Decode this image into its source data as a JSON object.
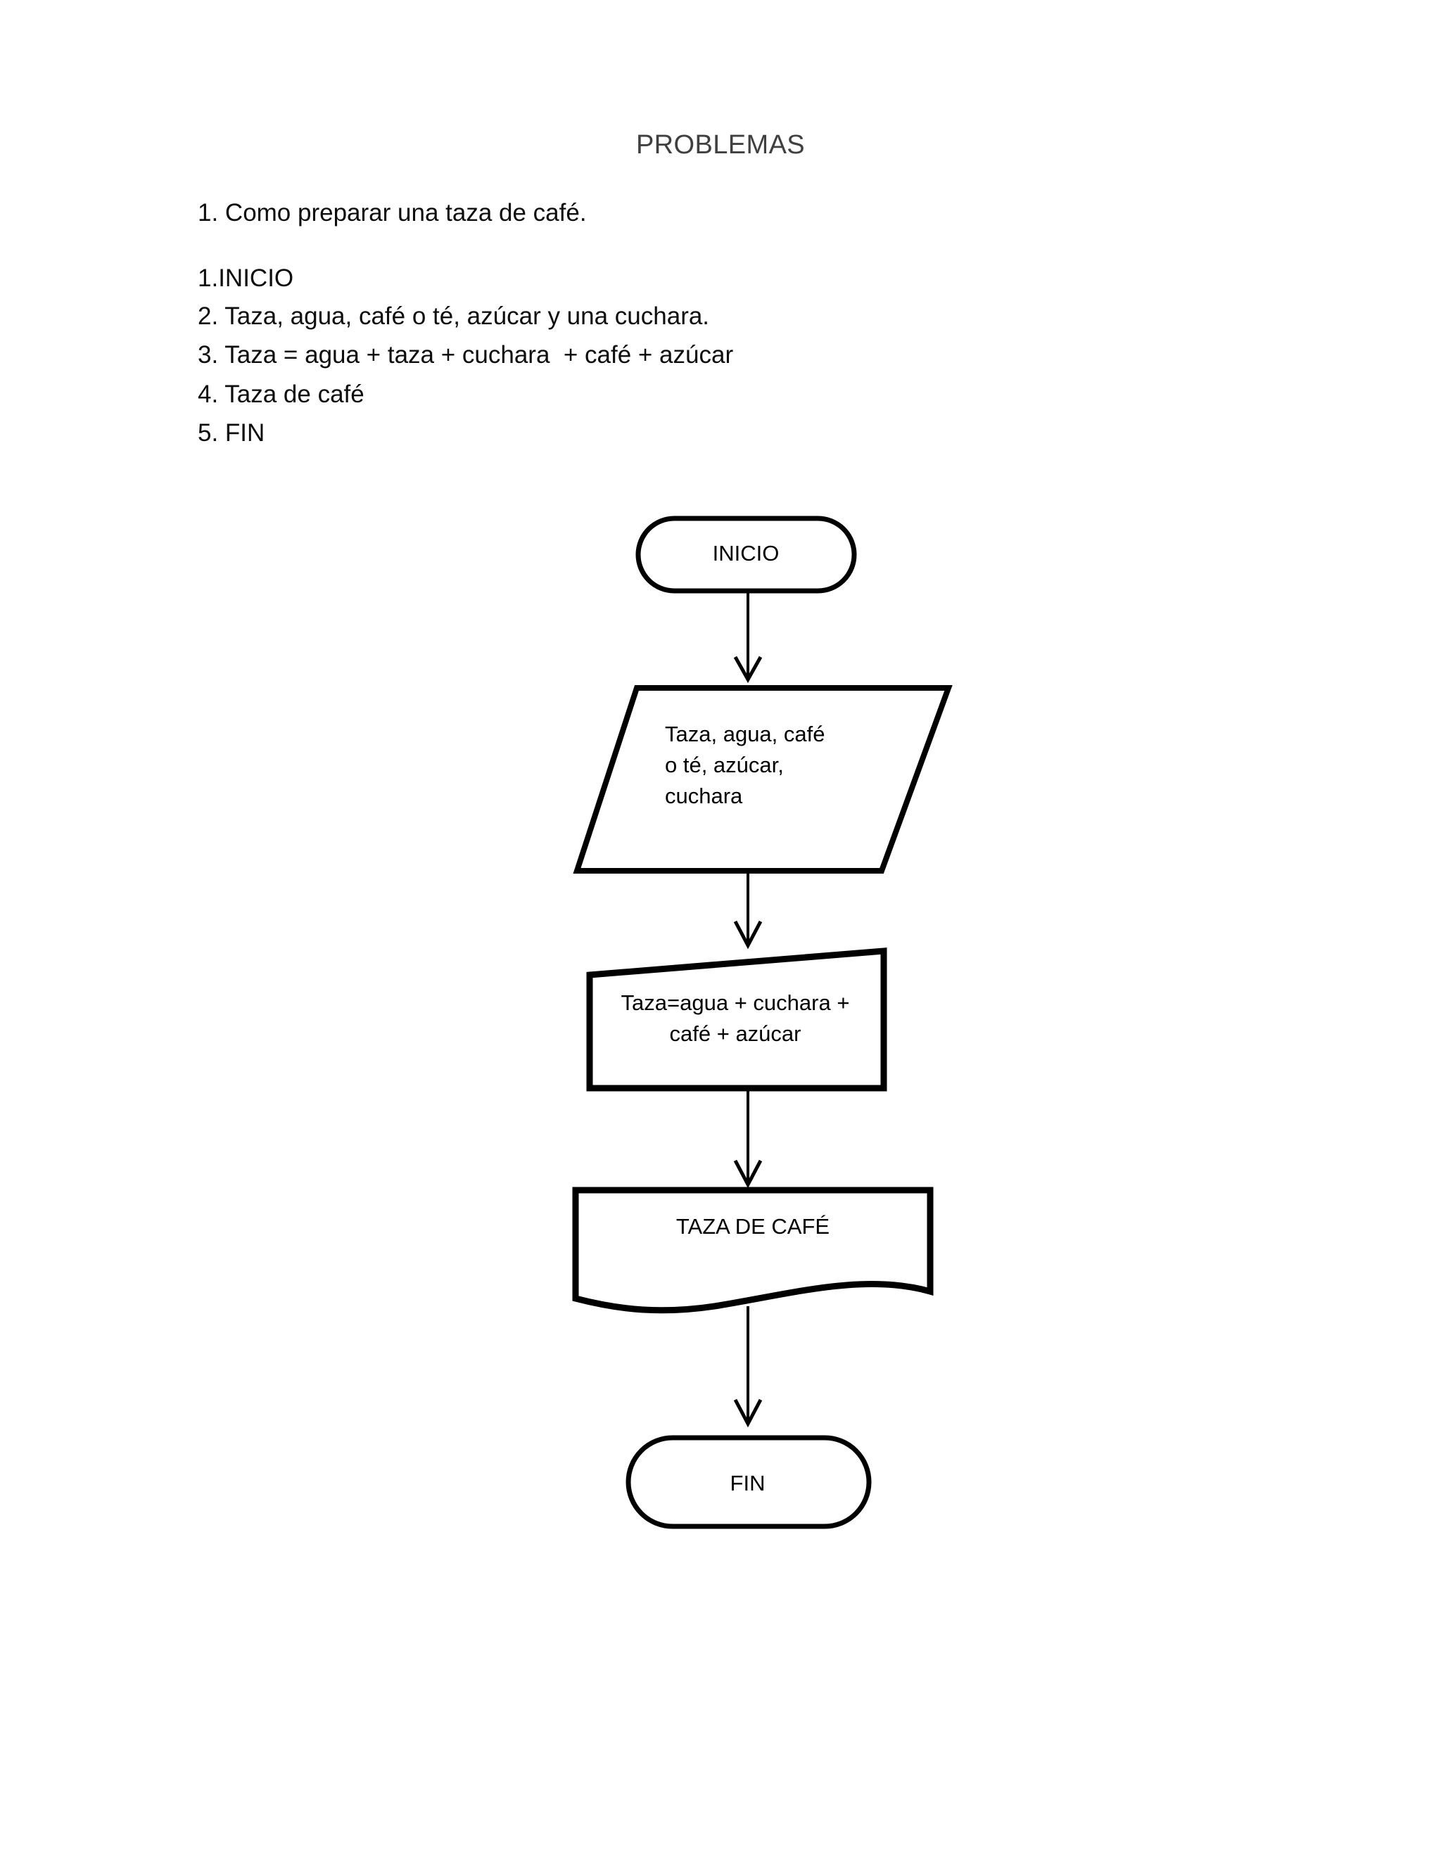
{
  "document": {
    "title": "PROBLEMAS",
    "title_color": "#404040",
    "text_color": "#0D0D0D",
    "background": "#FFFFFF",
    "problem_statement": "1. Como preparar una taza de café.",
    "algorithm_steps": [
      "1.INICIO",
      "2. Taza, agua, café o té, azúcar y una cuchara.",
      "3. Taza = agua + taza + cuchara  + café + azúcar",
      "4. Taza de café",
      "5. FIN"
    ]
  },
  "flowchart": {
    "stroke_color": "#000000",
    "fill_color": "#FFFFFF",
    "nodes": [
      {
        "id": "inicio",
        "shape": "terminator",
        "label": "INICIO",
        "lines": [
          "INICIO"
        ],
        "align": "center"
      },
      {
        "id": "input",
        "shape": "parallelogram",
        "label": "Taza, agua, café o té, azúcar, cuchara",
        "lines": [
          "Taza, agua, café",
          "o té, azúcar,",
          "cuchara"
        ],
        "align": "left"
      },
      {
        "id": "process",
        "shape": "process-slanted-top",
        "label": "Taza=agua + cuchara + café + azúcar",
        "lines": [
          "Taza=agua + cuchara +",
          "café + azúcar"
        ],
        "align": "center"
      },
      {
        "id": "output",
        "shape": "document-wavy-bottom",
        "label": "TAZA DE CAFÉ",
        "lines": [
          "TAZA DE CAFÉ"
        ],
        "align": "center"
      },
      {
        "id": "fin",
        "shape": "terminator",
        "label": "FIN",
        "lines": [
          "FIN"
        ],
        "align": "center"
      }
    ],
    "connectors": [
      {
        "from": "inicio",
        "to": "input",
        "arrow": "down"
      },
      {
        "from": "input",
        "to": "process",
        "arrow": "down"
      },
      {
        "from": "process",
        "to": "output",
        "arrow": "down"
      },
      {
        "from": "output",
        "to": "fin",
        "arrow": "down"
      }
    ]
  }
}
